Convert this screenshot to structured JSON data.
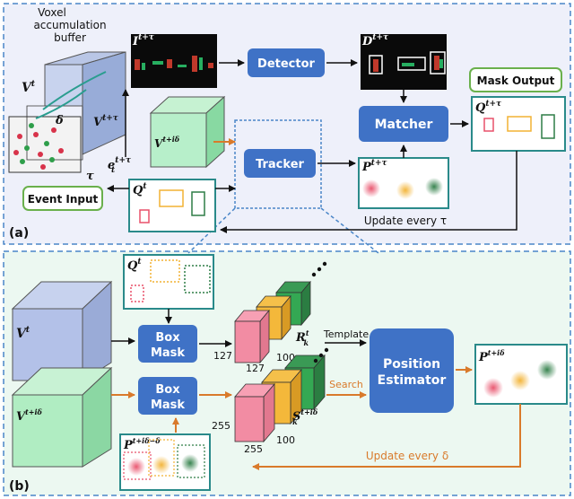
{
  "panels": {
    "a_label": "(a)",
    "b_label": "(b)"
  },
  "top": {
    "voxel_label_1": "Voxel",
    "voxel_label_2": "accumulation",
    "voxel_label_3": "buffer",
    "v_t": "V",
    "v_t_sup": "t",
    "v_t_tau": "V",
    "v_t_tau_sup": "t+τ",
    "delta": "δ",
    "tau": "τ",
    "e_t": "e",
    "e_t_sub": "t",
    "e_t_sup": "t+τ",
    "event_input": "Event Input",
    "i_label": "I",
    "i_sup": "t+τ",
    "detector": "Detector",
    "d_label": "D",
    "d_sup": "t+τ",
    "mask_output": "Mask Output",
    "matcher": "Matcher",
    "q_out": "Q",
    "q_out_sup": "t+τ",
    "v_tid": "V",
    "v_tid_sup": "t+iδ",
    "tracker": "Tracker",
    "q_t": "Q",
    "q_t_sup": "t",
    "p_label": "P",
    "p_sup": "t+τ",
    "update_tau": "Update every τ"
  },
  "bottom": {
    "q_t": "Q",
    "q_t_sup": "t",
    "v_t": "V",
    "v_t_sup": "t",
    "v_tid": "V",
    "v_tid_sup": "t+iδ",
    "box_mask_1a": "Box",
    "box_mask_1b": "Mask",
    "box_mask_2a": "Box",
    "box_mask_2b": "Mask",
    "dim_127_a": "127",
    "dim_127_b": "127",
    "dim_100_a": "100",
    "dim_255_a": "255",
    "dim_255_b": "255",
    "dim_100_b": "100",
    "r_label": "R",
    "r_sub": "k",
    "r_sup": "t",
    "s_label": "S",
    "s_sub": "k",
    "s_sup": "t+iδ",
    "template": "Template",
    "search": "Search",
    "pos_est_1": "Position",
    "pos_est_2": "Estimator",
    "p_out": "P",
    "p_out_sup": "t+iδ",
    "p_in": "P",
    "p_in_sup": "t+iδ−δ",
    "update_delta": "Update every δ"
  },
  "colors": {
    "blue_box": "#3f72c6",
    "panel_a_bg": "#eef0fa",
    "panel_b_bg": "#ecf8f1",
    "dashed_border": "#4a86c8",
    "orange": "#d97a2b",
    "green_outline": "#6ab04c",
    "teal_outline": "#2a8a8a"
  }
}
